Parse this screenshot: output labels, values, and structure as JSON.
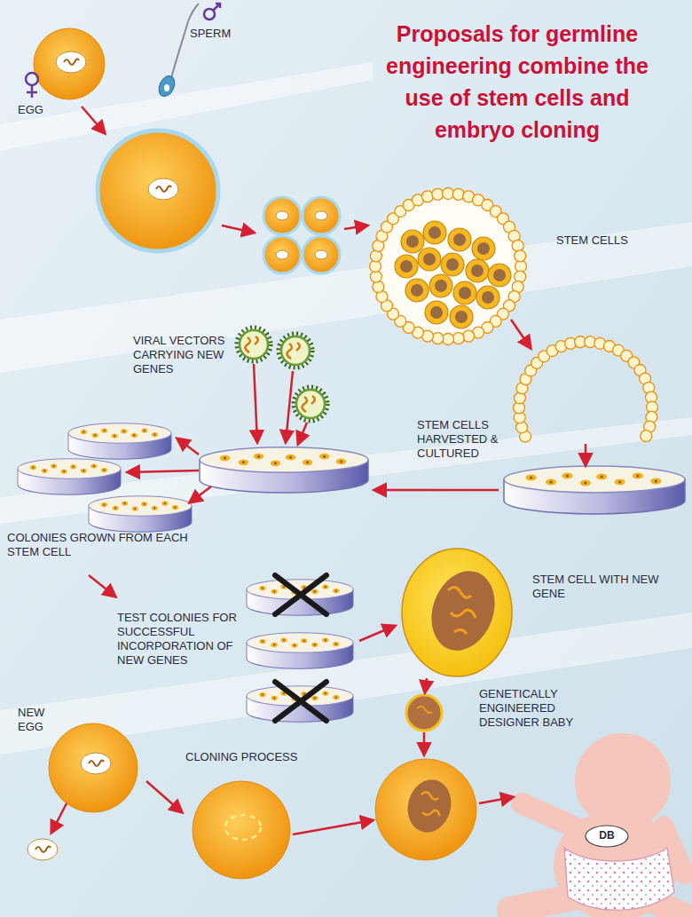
{
  "diagram": {
    "title": "Proposals for germline engineering combine the use of stem cells and embryo cloning",
    "nodes": [
      {
        "text": [
          "EGG"
        ]
      },
      {
        "text": [
          "SPERM"
        ]
      },
      {
        "text": [
          "STEM CELLS"
        ]
      },
      {
        "text": [
          "VIRAL VECTORS CARRYING NEW GENES"
        ]
      },
      {
        "text": [
          "STEM CELLS HARVESTED & CULTURED"
        ]
      },
      {
        "text": [
          "COLONIES GROWN FROM EACH STEM CELL"
        ]
      },
      {
        "text": [
          "TEST COLONIES FOR SUCCESSFUL INCORPORATION OF NEW GENES"
        ]
      },
      {
        "text": [
          "STEM CELL WITH NEW GENE"
        ]
      },
      {
        "text": [
          "NEW EGG"
        ]
      },
      {
        "text": [
          "CLONING PROCESS"
        ]
      },
      {
        "text": [
          "GENETICALLY ENGINEERED DESIGNER BABY",
          "DB"
        ]
      }
    ],
    "edges": [
      {
        "from": 5,
        "to": 6,
        "arrow": "to"
      },
      {
        "from": 6,
        "to": 7,
        "arrow": "to"
      },
      {
        "from": 8,
        "to": 9,
        "arrow": "to"
      }
    ]
  }
}
